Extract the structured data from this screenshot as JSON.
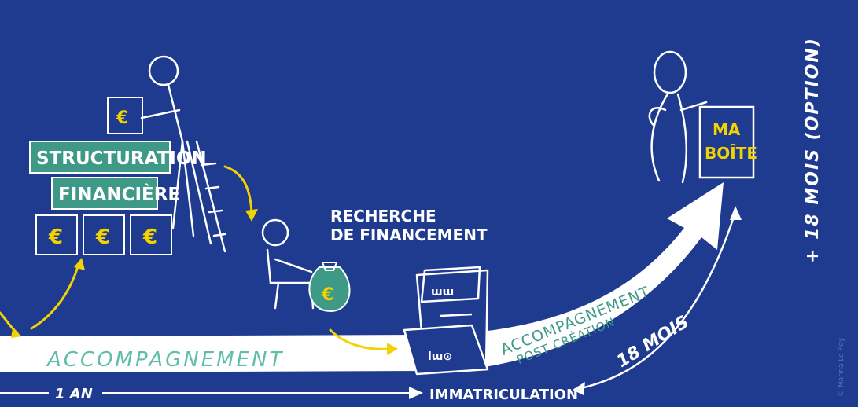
{
  "labels": {
    "structuration_line1": "STRUCTURATION",
    "structuration_line2": "FINANCIÈRE",
    "recherche_line1": "RECHERCHE",
    "recherche_line2": "DE FINANCEMENT",
    "accompagnement": "ACCOMPAGNEMENT",
    "post_creation_line1": "ACCOMPAGNEMENT",
    "post_creation_line2": "POST CRÉATION",
    "dix_huit_mois": "18 MOIS",
    "dix_huit_mois_option": "+ 18 MOIS (OPTION)",
    "un_an": "1 AN",
    "immatriculation": "IMMATRICULATION",
    "ma": "MA",
    "boite": "BOÎTE",
    "credit": "© Marina Le Roy"
  },
  "icons": {
    "euro": "€",
    "scribble": "ɯɯ",
    "desk_mark": "lɯ⊙"
  },
  "colors": {
    "background": "#1f3b8f",
    "teal_box": "#3e9a86",
    "teal_text": "#5fbfa6",
    "yellow": "#f2d200",
    "white": "#ffffff"
  }
}
